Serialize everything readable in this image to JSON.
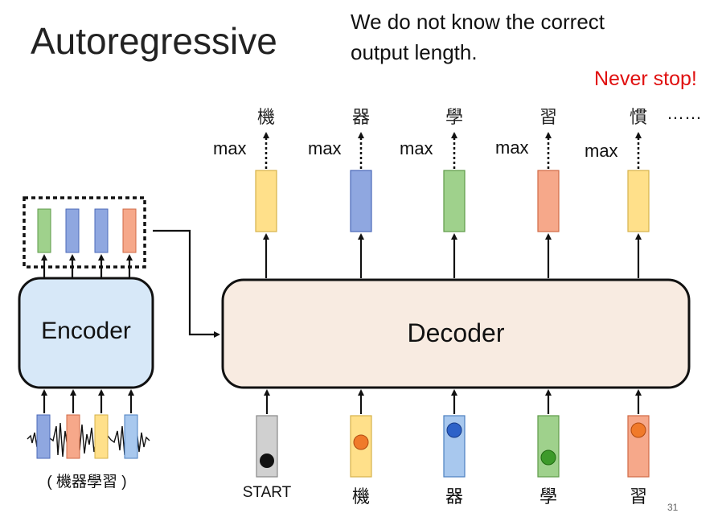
{
  "title": "Autoregressive",
  "note_line1": "We do not know the correct",
  "note_line2": "output length.",
  "warning": "Never stop!",
  "encoder_label": "Encoder",
  "decoder_label": "Decoder",
  "encoder_input_label": "( 機器學習 )",
  "max_label": "max",
  "outputs": [
    "機",
    "器",
    "學",
    "習",
    "慣"
  ],
  "ellipsis": "……",
  "decoder_inputs": [
    "START",
    "機",
    "器",
    "學",
    "習"
  ],
  "slide_number": "31",
  "colors": {
    "yellow": "#ffe08a",
    "blue": "#8fa7e0",
    "green": "#9fd18c",
    "orange": "#f6a88a",
    "encoder_fill": "#d7e8f8",
    "decoder_fill": "#f8ebe1",
    "warning": "#e01010"
  }
}
